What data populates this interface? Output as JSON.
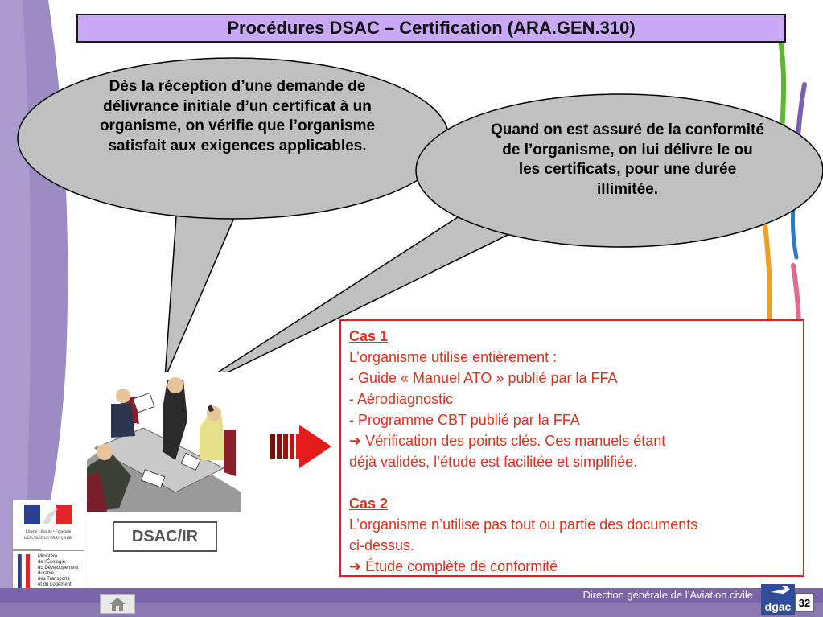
{
  "title": "Procédures DSAC – Certification (ARA.GEN.310)",
  "bubble1": {
    "text": "Dès la réception d’une demande de délivrance initiale d’un certificat à un organisme, on vérifie que l’organisme satisfait aux exigences applicables."
  },
  "bubble2": {
    "text_before": "Quand on est assuré de la conformité de l’organisme, on lui délivre le ou les certificats, ",
    "text_underlined": "pour une durée illimitée",
    "text_after": "."
  },
  "cases": {
    "case1_title": "Cas 1",
    "case1_lines": [
      "L’organisme utilise entièrement :",
      "- Guide « Manuel ATO » publié par la FFA",
      "- Aérodiagnostic",
      "- Programme CBT publié par la FFA",
      "➔ Vérification des points clés. Ces manuels étant",
      "déjà validés, l’étude est facilitée et simplifiée."
    ],
    "case2_title": "Cas 2",
    "case2_lines": [
      "L’organisme n’utilise pas tout ou partie des documents",
      "ci-dessus.",
      "➔ Étude complète de conformité"
    ]
  },
  "dsac_label": "DSAC/IR",
  "logo_republique": {
    "motto": "Liberté • Égalité • Fraternité",
    "name": "RÉPUBLIQUE FRANÇAISE"
  },
  "logo_ministere": {
    "lines": [
      "Ministère",
      "de l’Écologie,",
      "du Développement",
      "durable,",
      "des Transports",
      "et du Logement"
    ]
  },
  "footer": {
    "text": "Direction générale de l’Aviation civile",
    "page_number": "32",
    "dgac_logo_text": "dgac"
  },
  "colors": {
    "title_bg": "#c9a8f5",
    "bubble_fill": "#c0c0c0",
    "case_text": "#e0301e",
    "case_border": "#e01e1e",
    "footer_bar": "#7b63a9",
    "left_band": "#9d8bc4"
  }
}
